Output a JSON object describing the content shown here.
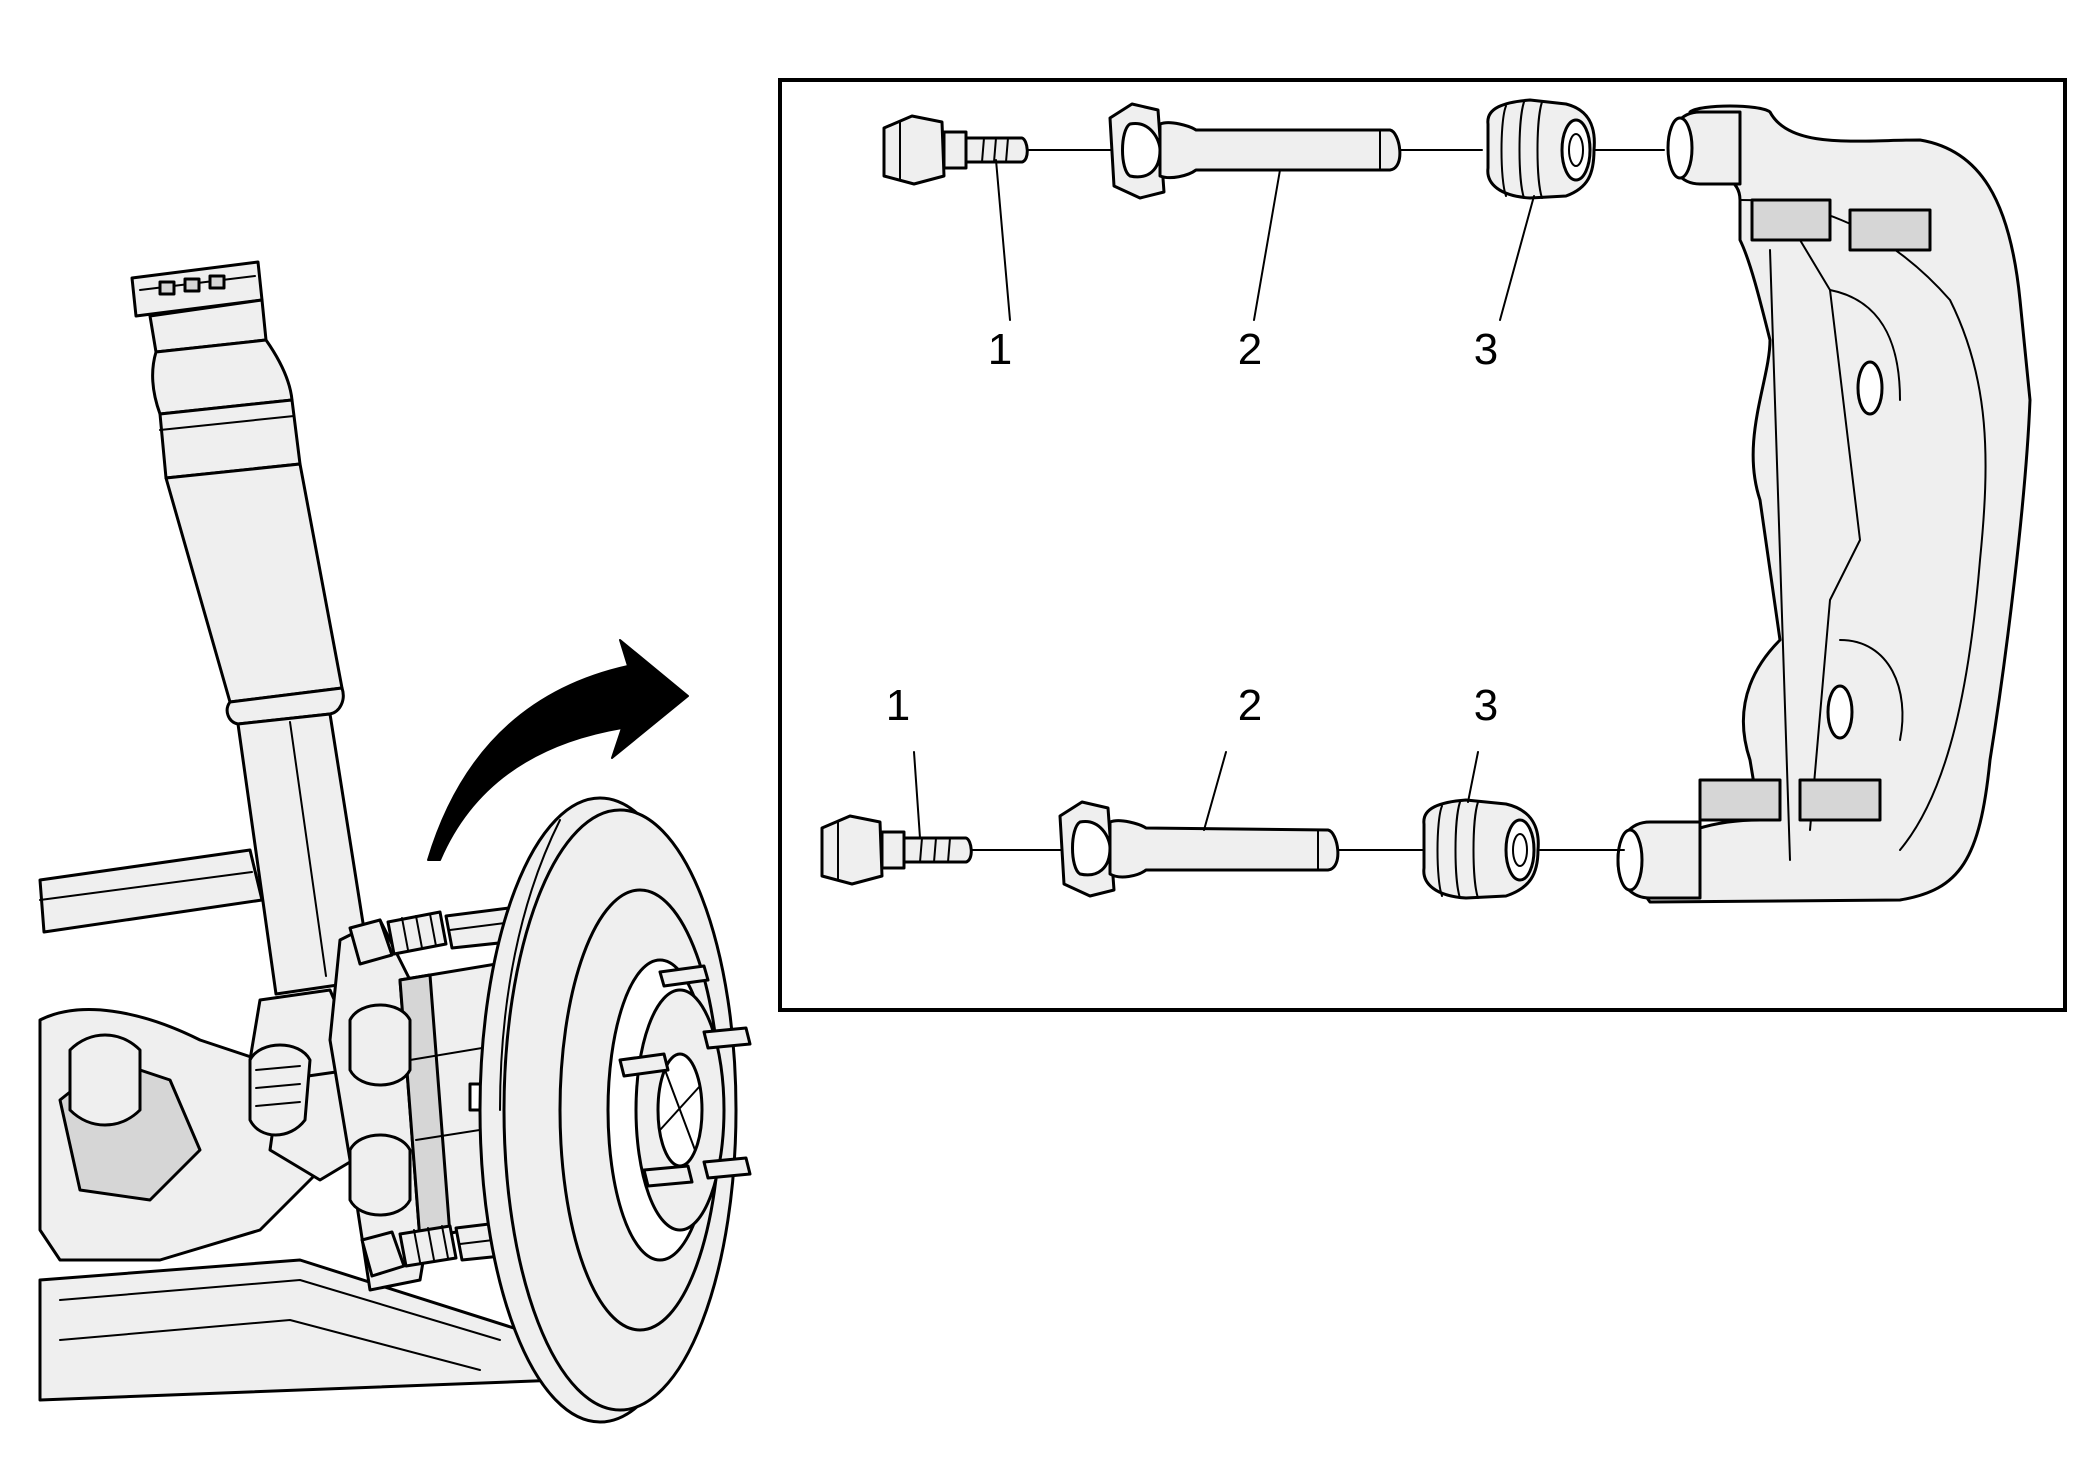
{
  "callouts": {
    "top": {
      "bolt": "1",
      "pin": "2",
      "boot": "3"
    },
    "bottom": {
      "bolt": "1",
      "pin": "2",
      "boot": "3"
    }
  },
  "colors": {
    "line": "#000000",
    "part_fill": "#efefef",
    "shadow_fill": "#d6d6d6",
    "background": "#ffffff"
  }
}
